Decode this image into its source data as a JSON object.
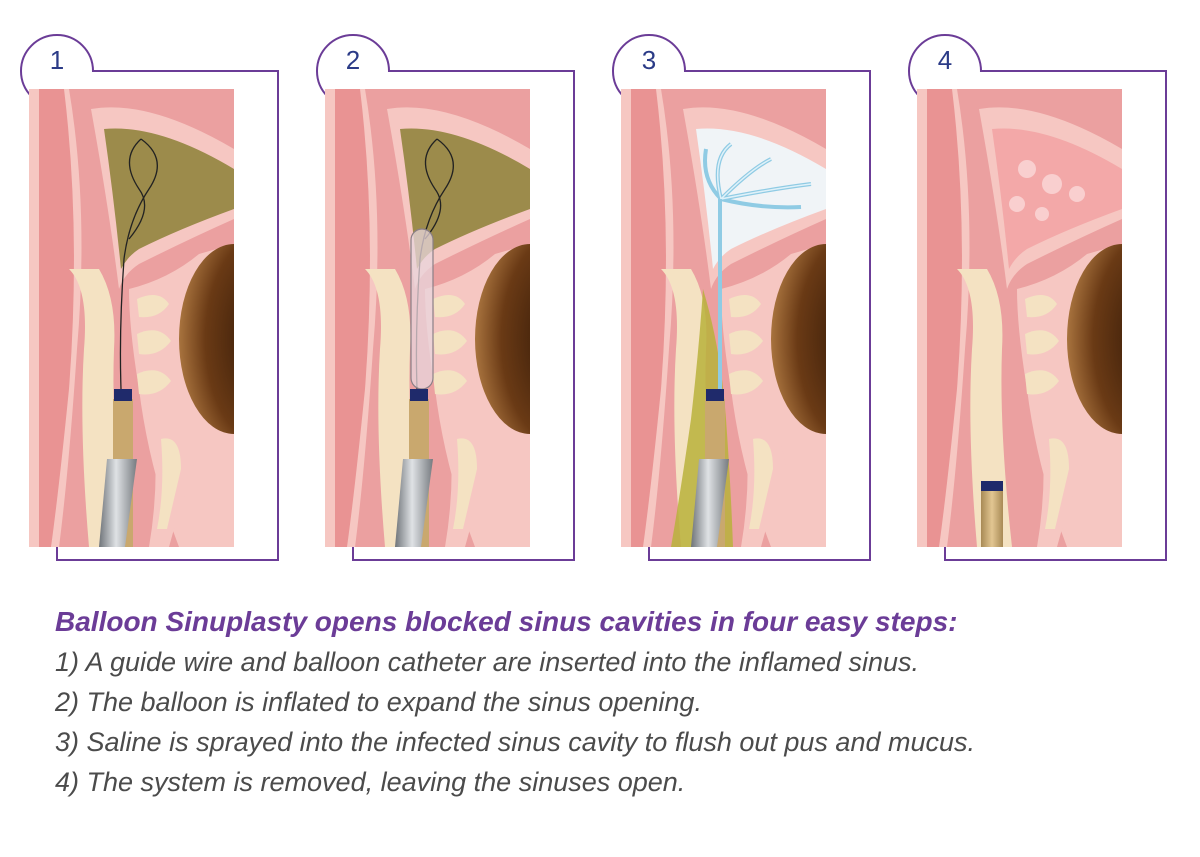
{
  "panels": [
    {
      "number": "1",
      "state": "guide-wire-inserted"
    },
    {
      "number": "2",
      "state": "balloon-inflated"
    },
    {
      "number": "3",
      "state": "saline-flush"
    },
    {
      "number": "4",
      "state": "system-removed"
    }
  ],
  "caption": {
    "heading": "Balloon Sinuplasty opens blocked sinus cavities in four easy steps:",
    "steps": [
      "1) A guide wire and balloon catheter are inserted into the inflamed sinus.",
      "2) The balloon is inflated to expand the sinus opening.",
      "3) Saline is sprayed into the infected sinus cavity to flush out pus and mucus.",
      "4) The system is removed, leaving the sinuses open."
    ]
  },
  "colors": {
    "frame": "#6b3c97",
    "number": "#2b3b87",
    "heading": "#6b3c97",
    "body_text": "#4b4b4b",
    "tissue": "#eba0a0",
    "mucosa": "#f6c7c2",
    "bone": "#f4e2c2",
    "blocked_sinus": "#9c8b4b",
    "healthy_sinus": "#f3a8a8",
    "saline": "#bfe3f2",
    "pus": "#b9b23b",
    "cavity": "#6a3a15",
    "catheter": "#9fa4aa"
  }
}
